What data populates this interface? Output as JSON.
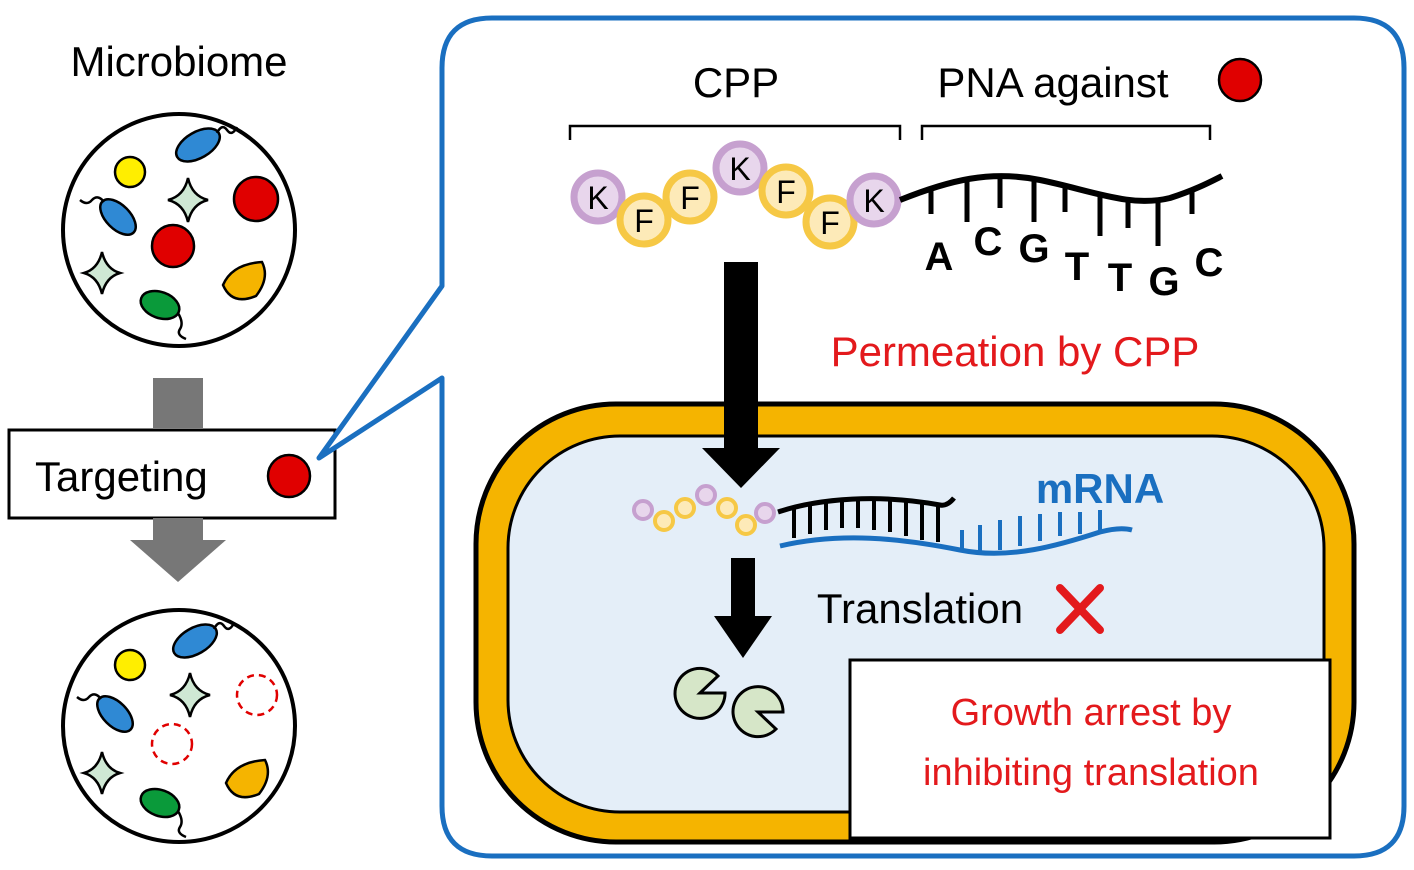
{
  "left_panel": {
    "title": "Microbiome",
    "targeting_label": "Targeting"
  },
  "detail_panel": {
    "cpp_label": "CPP",
    "pna_label": "PNA against",
    "peptide_residues": [
      "K",
      "F",
      "F",
      "K",
      "F",
      "F",
      "K"
    ],
    "pna_bases": [
      "A",
      "C",
      "G",
      "T",
      "T",
      "G",
      "C"
    ],
    "permeation_label": "Permeation by CPP",
    "mrna_label": "mRNA",
    "translation_label": "Translation",
    "result_line1": "Growth arrest by",
    "result_line2": "inhibiting translation"
  },
  "colors": {
    "panel_border": "#1a6fc0",
    "target_red": "#e00000",
    "lysine_purple": "#c6a0cf",
    "phenylalanine_yellow": "#f6c845",
    "membrane_orange": "#f5b400",
    "cytoplasm": "#e4eef8",
    "mrna_blue": "#1a6fc0",
    "ribosome_green": "#d6e6c8",
    "label_red": "#e3191c",
    "arrow_gray": "#777777"
  }
}
